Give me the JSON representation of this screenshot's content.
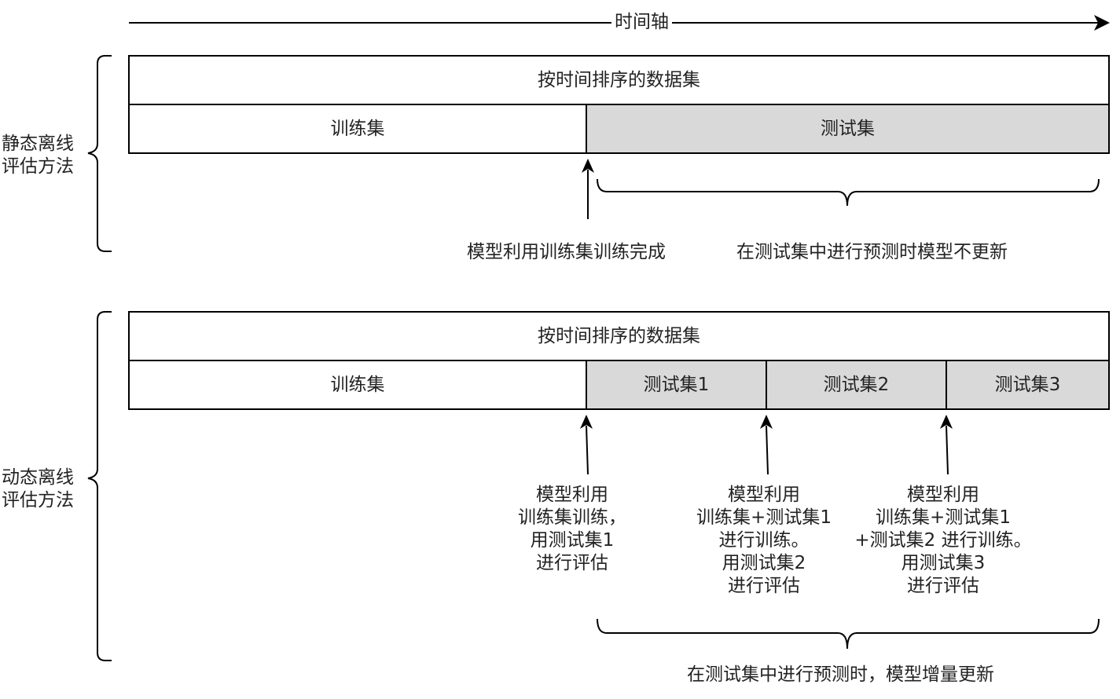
{
  "axis": {
    "label": "时间轴"
  },
  "static": {
    "side_label": [
      "静态离线",
      "评估方法"
    ],
    "dataset_label": "按时间排序的数据集",
    "train_label": "训练集",
    "test_label": "测试集",
    "arrow_caption": "模型利用训练集训练完成",
    "brace_caption": "在测试集中进行预测时模型不更新"
  },
  "dynamic": {
    "side_label": [
      "动态离线",
      "评估方法"
    ],
    "dataset_label": "按时间排序的数据集",
    "train_label": "训练集",
    "test_labels": [
      "测试集1",
      "测试集2",
      "测试集3"
    ],
    "arrow_captions": [
      [
        "模型利用",
        "训练集训练，",
        "用测试集1",
        "进行评估"
      ],
      [
        "模型利用",
        "训练集+测试集1",
        "进行训练。",
        "用测试集2",
        "进行评估"
      ],
      [
        "模型利用",
        "训练集+测试集1",
        "+测试集2 进行训练。",
        "用测试集3",
        "进行评估"
      ]
    ],
    "brace_caption": "在测试集中进行预测时，模型增量更新"
  },
  "colors": {
    "stroke": "#000000",
    "test_fill": "#d9d9d9",
    "train_fill": "#ffffff",
    "text": "#222222"
  }
}
